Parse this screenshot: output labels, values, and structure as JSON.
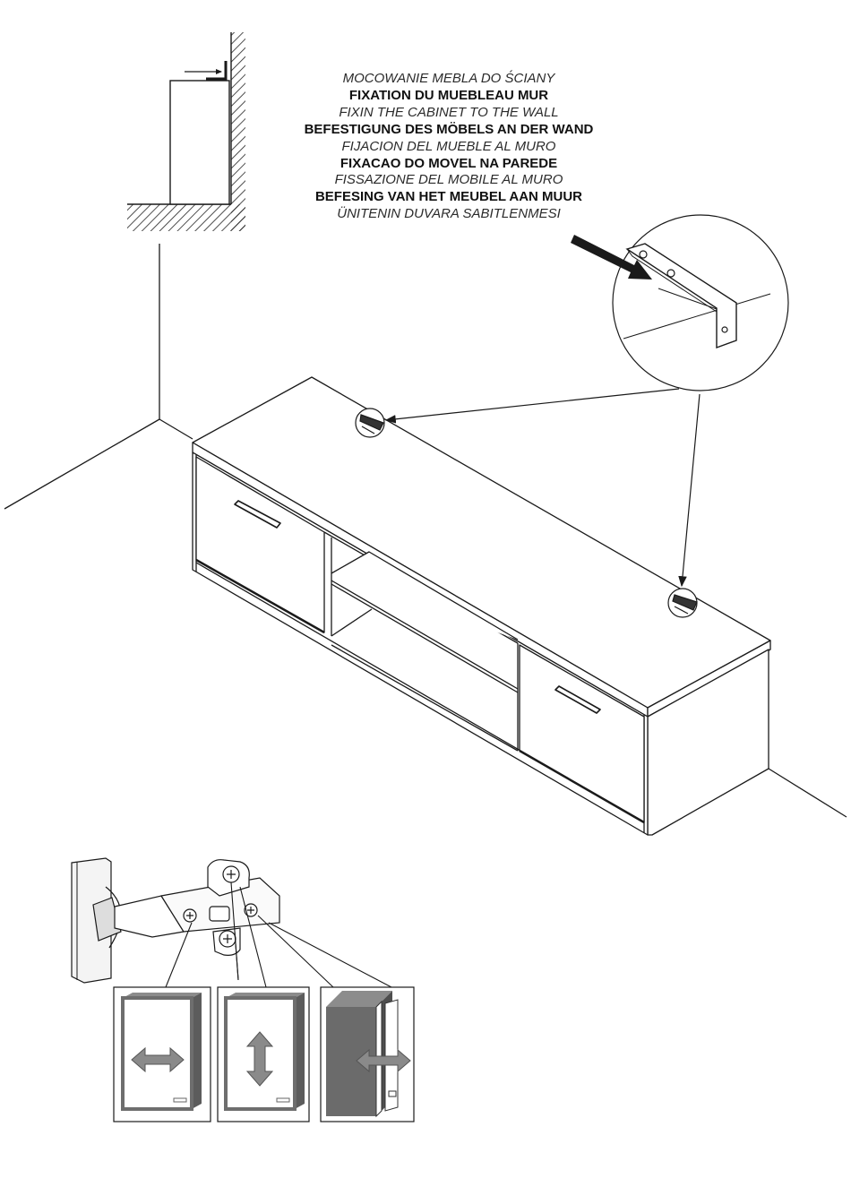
{
  "caption": {
    "lines": [
      {
        "text": "MOCOWANIE MEBLA DO ŚCIANY",
        "style": "italic"
      },
      {
        "text": "FIXATION DU MUEBLEAU MUR",
        "style": "bold"
      },
      {
        "text": "FIXIN THE CABINET TO THE WALL",
        "style": "italic"
      },
      {
        "text": "BEFESTIGUNG DES MÖBELS AN DER WAND",
        "style": "bold"
      },
      {
        "text": "FIJACION DEL MUEBLE AL MURO",
        "style": "italic"
      },
      {
        "text": "FIXACAO DO MOVEL NA PAREDE",
        "style": "bold"
      },
      {
        "text": "FISSAZIONE DEL MOBILE AL MURO",
        "style": "italic"
      },
      {
        "text": "BEFESING VAN HET MEUBEL AAN MUUR",
        "style": "bold"
      },
      {
        "text": "ÜNITENIN DUVARA SABITLENMESI",
        "style": "italic"
      }
    ]
  },
  "colors": {
    "line": "#1a1a1a",
    "adjust_arrow": "#8a8a8a",
    "door_frame": "#6e6e6e",
    "door_solid": "#6b6b6b",
    "background": "#ffffff"
  },
  "icons": [
    "wall-section-icon",
    "bracket-detail-icon",
    "tv-cabinet-drawing",
    "concealed-hinge-icon",
    "side-adjust-icon",
    "height-adjust-icon",
    "depth-adjust-icon"
  ]
}
